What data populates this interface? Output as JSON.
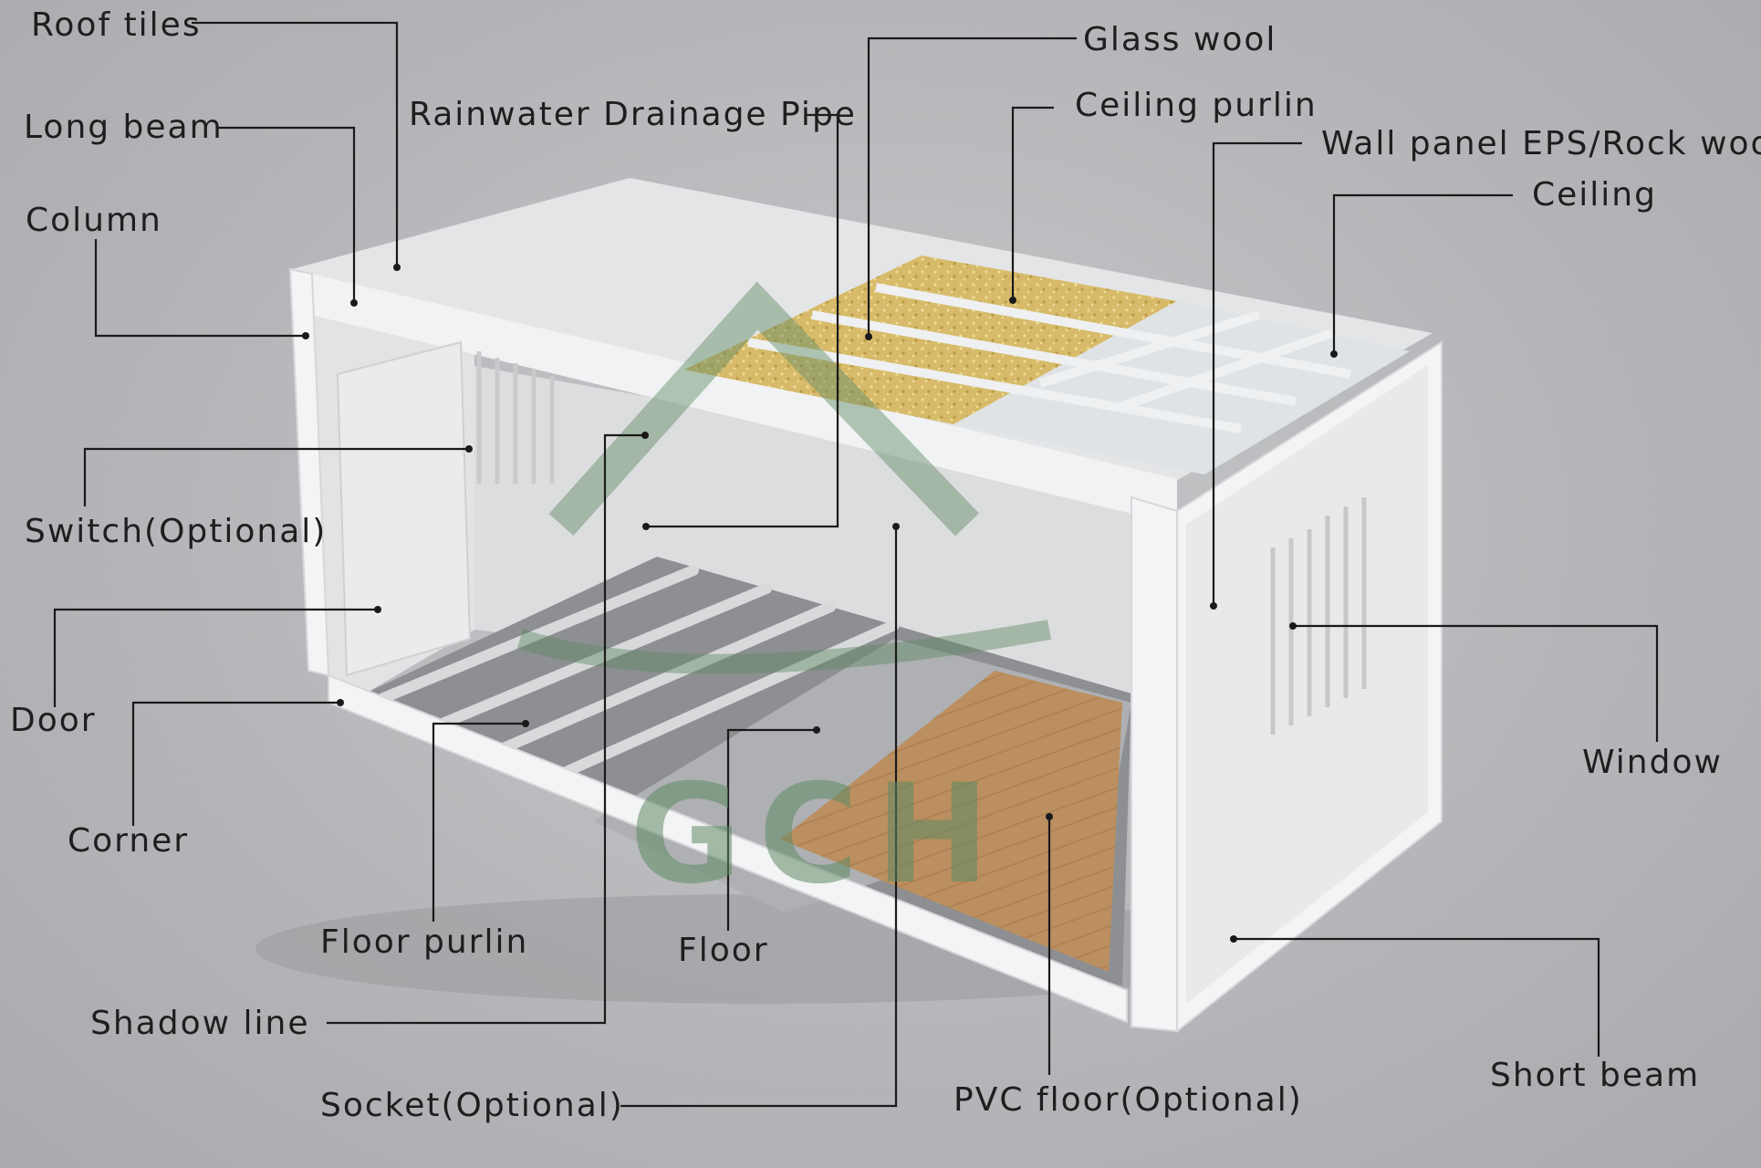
{
  "labels": {
    "roof_tiles": "Roof tiles",
    "long_beam": "Long beam",
    "column": "Column",
    "switch": "Switch(Optional)",
    "door": "Door",
    "corner": "Corner",
    "floor_purlin": "Floor purlin",
    "shadow_line": "Shadow line",
    "socket": "Socket(Optional)",
    "rainwater_pipe": "Rainwater Drainage Pipe",
    "glass_wool": "Glass wool",
    "ceiling_purlin": "Ceiling purlin",
    "wall_panel": "Wall panel EPS/Rock wool",
    "ceiling": "Ceiling",
    "window": "Window",
    "floor": "Floor",
    "pvc_floor": "PVC floor(Optional)",
    "short_beam": "Short beam"
  },
  "watermark": "GCH",
  "colors": {
    "background": "#b9babd",
    "frame": "#f1f2f3",
    "glass_wool": "#d9bd6c",
    "pvc_floor": "#b98e5e",
    "floor_steel": "#8b8d90",
    "leader_line": "#1a1a1a",
    "watermark": "#5f8a64"
  }
}
